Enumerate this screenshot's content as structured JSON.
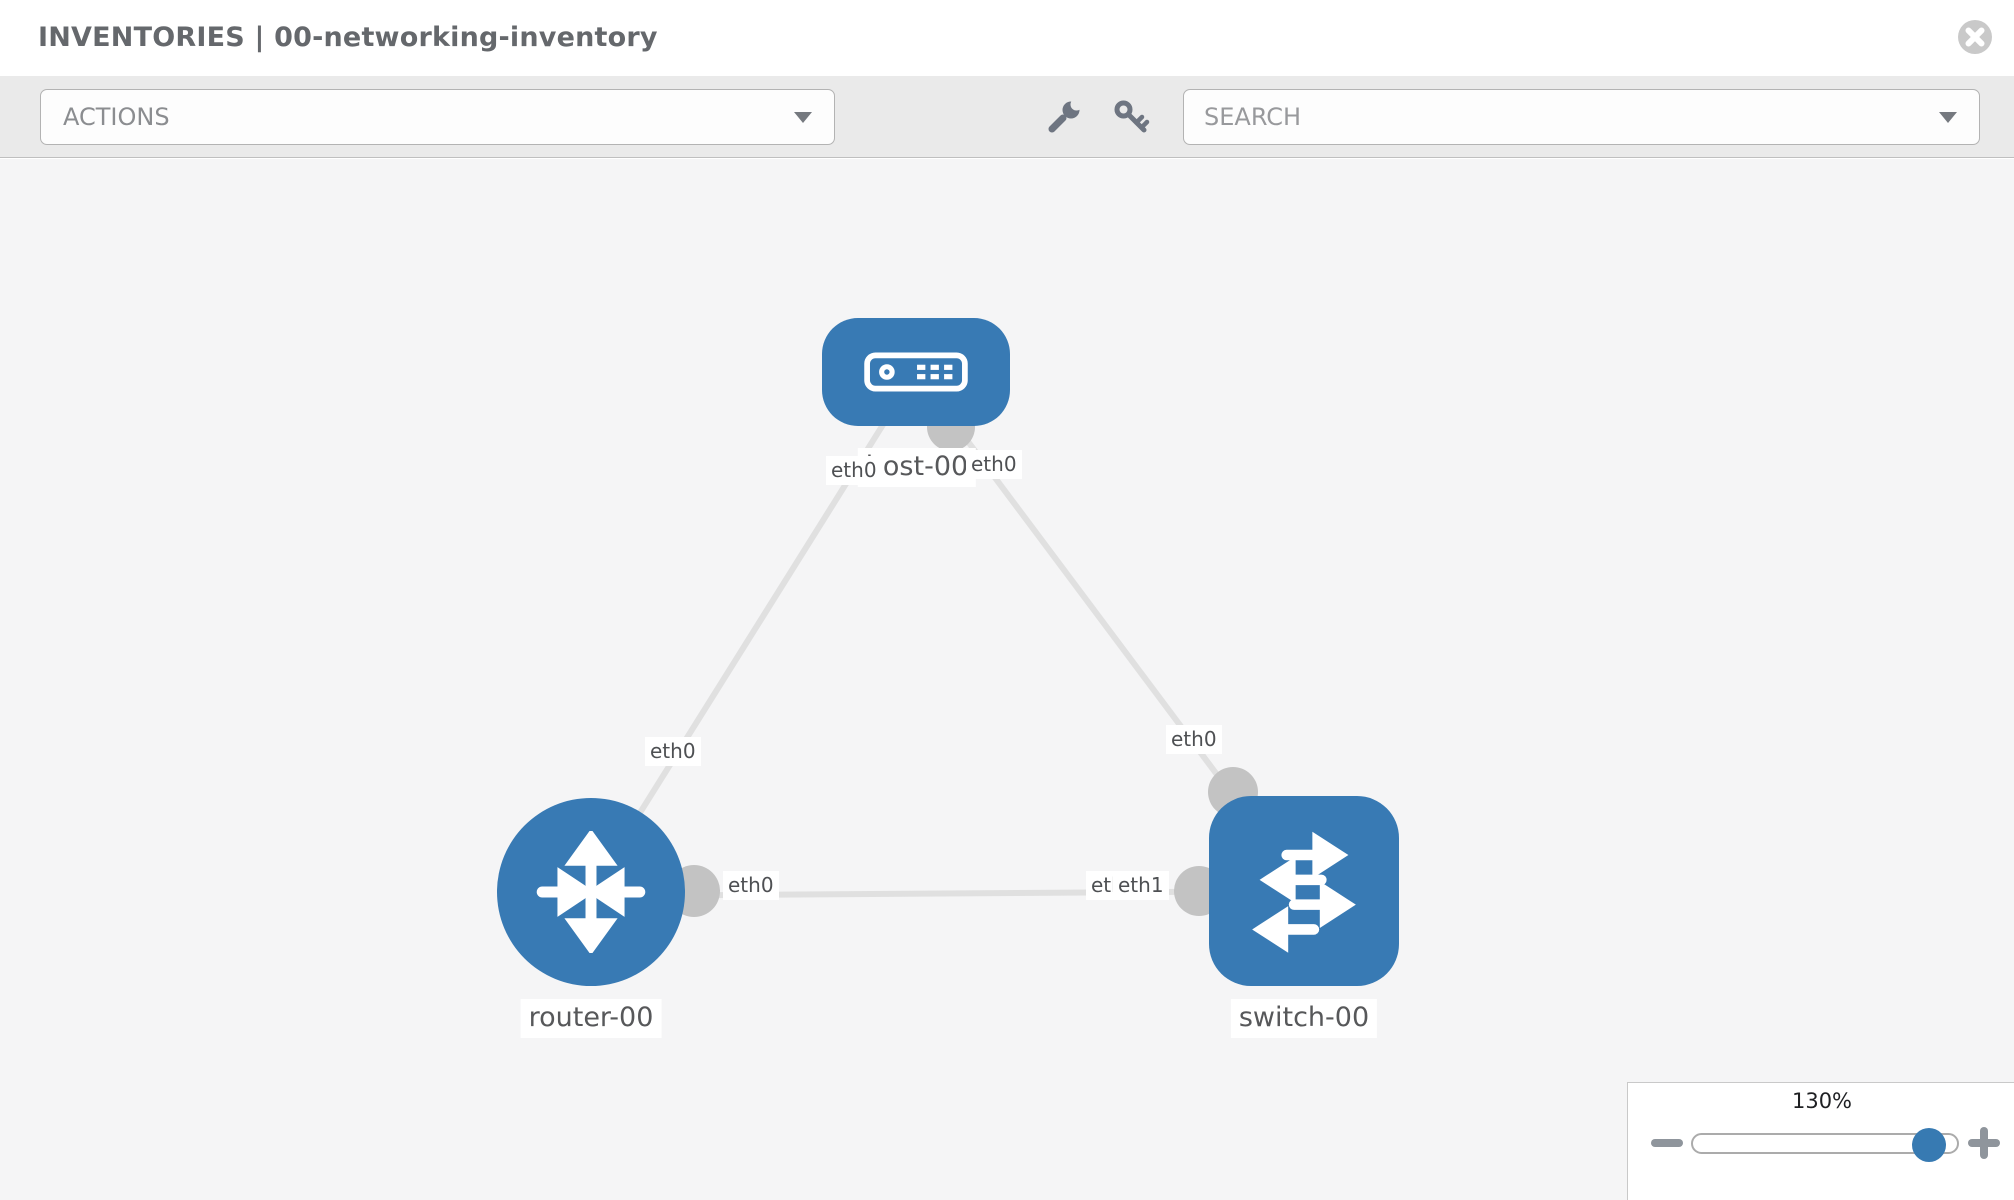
{
  "header": {
    "title": "INVENTORIES | 00-networking-inventory",
    "close_icon": "close-circle"
  },
  "toolbar": {
    "actions_label": "ACTIONS",
    "wrench_icon": "wrench",
    "key_icon": "key",
    "search_placeholder": "SEARCH"
  },
  "topology": {
    "nodes": [
      {
        "id": "host-00",
        "type": "host",
        "label": "host-00"
      },
      {
        "id": "router-00",
        "type": "router",
        "label": "router-00"
      },
      {
        "id": "switch-00",
        "type": "switch",
        "label": "switch-00"
      }
    ],
    "links": [
      {
        "from": "router-00",
        "to": "host-00",
        "labels": [
          "eth0",
          "eth0"
        ]
      },
      {
        "from": "host-00",
        "to": "switch-00",
        "labels": [
          "eth0",
          "eth0"
        ]
      },
      {
        "from": "router-00",
        "to": "switch-00",
        "labels": [
          "eth0",
          "eth0",
          "eth1"
        ]
      }
    ]
  },
  "zoom_control": {
    "level": "130%",
    "minus_icon": "minus",
    "plus_icon": "plus"
  },
  "colors": {
    "node_blue": "#387ab4",
    "connector_gray": "#c3c3c3",
    "link_gray": "#e0e0e0",
    "toolbar_bg": "#eaeaea",
    "canvas_bg": "#f5f5f6"
  }
}
